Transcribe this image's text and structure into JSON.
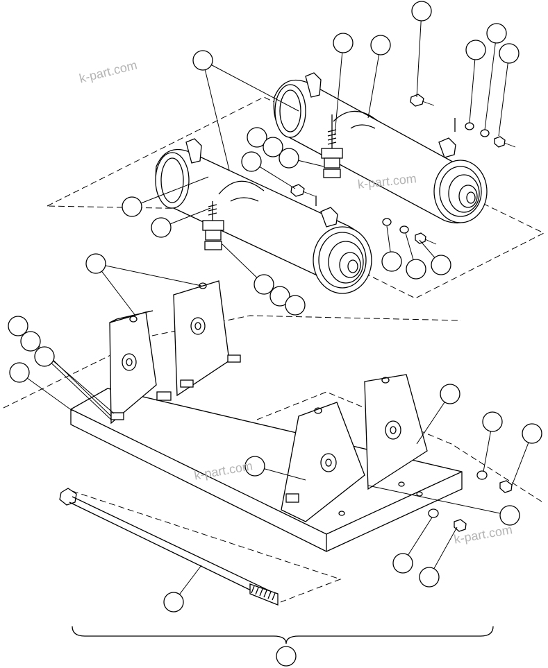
{
  "watermark": {
    "text_1": "k-part.com",
    "text_2": "k-part.com",
    "text_3": "k-part.com",
    "text_4": "k-part.com"
  },
  "callouts": [
    {
      "id": "c1"
    },
    {
      "id": "c2"
    },
    {
      "id": "c3"
    },
    {
      "id": "c4"
    },
    {
      "id": "c5"
    },
    {
      "id": "c6"
    },
    {
      "id": "c7"
    },
    {
      "id": "c8"
    },
    {
      "id": "c9"
    },
    {
      "id": "c10"
    },
    {
      "id": "c11"
    },
    {
      "id": "c12"
    },
    {
      "id": "c13"
    },
    {
      "id": "c14"
    },
    {
      "id": "c15"
    },
    {
      "id": "c16"
    },
    {
      "id": "c17"
    },
    {
      "id": "c18"
    },
    {
      "id": "c19"
    },
    {
      "id": "c20"
    },
    {
      "id": "c21"
    },
    {
      "id": "c22"
    },
    {
      "id": "c23"
    },
    {
      "id": "c24"
    },
    {
      "id": "c25"
    },
    {
      "id": "c26"
    },
    {
      "id": "c27"
    },
    {
      "id": "c28"
    },
    {
      "id": "c29"
    },
    {
      "id": "c30"
    },
    {
      "id": "c31"
    },
    {
      "id": "c32"
    },
    {
      "id": "c33"
    },
    {
      "id": "c34"
    },
    {
      "id": "c35"
    }
  ]
}
